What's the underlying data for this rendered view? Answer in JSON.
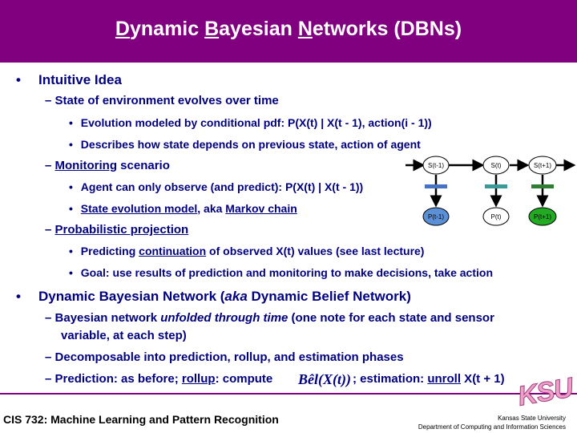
{
  "title": {
    "part1": "D",
    "part2": "ynamic ",
    "part3": "B",
    "part4": "ayesian ",
    "part5": "N",
    "part6": "etworks (DBNs)"
  },
  "content": {
    "intuitive": "Intuitive Idea",
    "state_evolves": "State of environment evolves over time",
    "evolution_pre": "Evolution modeled by conditional pdf: ",
    "evolution_formula": "P(X(t) | X(t - 1), action(i - 1))",
    "describes": "Describes how state depends on previous state, action of agent",
    "monitoring": "Monitoring",
    "scenario": " scenario",
    "agent_observe": "Agent can only observe (and predict): P(X(t) | X(t - 1))",
    "state_evolution": "State evolution model",
    "aka": ", aka ",
    "markov": "Markov chain",
    "probabilistic": "Probabilistic projection",
    "predicting_pre": "Predicting ",
    "continuation": "continuation",
    "predicting_post": " of observed X(t) values (see last lecture)",
    "goal": "Goal: use results of prediction and monitoring to make decisions, take action",
    "dbn_pre": "Dynamic Bayesian Network (",
    "dbn_aka": "aka",
    "dbn_post": " Dynamic Belief Network)",
    "bn_pre": "Bayesian network ",
    "bn_unfolded": "unfolded through time",
    "bn_post": " (one note for each state and sensor",
    "bn_line2": "variable, at each step)",
    "decomposable": "Decomposable into prediction, rollup, and estimation phases",
    "prediction_pre": "Prediction: as before; ",
    "rollup": "rollup",
    "compute": ": compute",
    "formula": "Bêl(X(t))",
    "estimation_pre": "; estimation: ",
    "unroll": "unroll",
    "unroll_post": " X(t + 1)"
  },
  "diagram": {
    "states": [
      "S(t-1)",
      "S(t)",
      "S(t+1)"
    ],
    "percepts": [
      "P(t-1)",
      "P(t)",
      "P(t+1)"
    ],
    "colors": {
      "cpt_blue": "#4472c4",
      "cpt_teal": "#3a9a9a",
      "cpt_green": "#2e7d32",
      "percept_blue": "#5b8fd6",
      "percept_green": "#22aa22"
    }
  },
  "footer": {
    "course": "CIS 732: Machine Learning and Pattern Recognition",
    "university": "Kansas State University",
    "department": "Department of Computing and Information Sciences",
    "logo": "KSU"
  }
}
